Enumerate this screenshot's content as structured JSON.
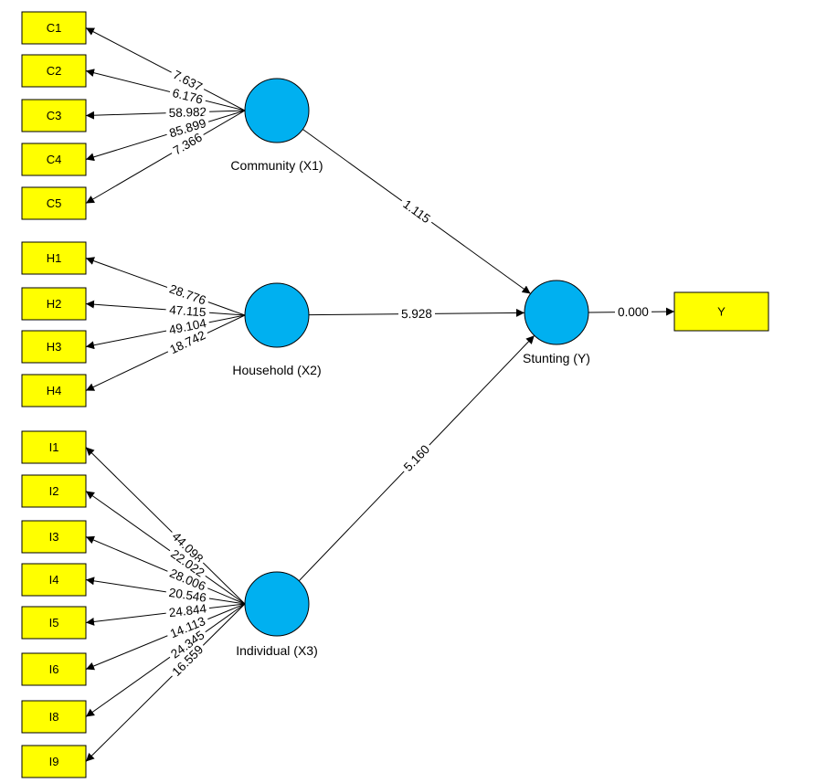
{
  "colors": {
    "indicator_fill": "#ffff00",
    "latent_fill": "#00b0f0",
    "line": "#000000"
  },
  "latents": [
    {
      "id": "X1",
      "label": "Community (X1)"
    },
    {
      "id": "X2",
      "label": "Household (X2)"
    },
    {
      "id": "X3",
      "label": "Individual (X3)"
    },
    {
      "id": "Y",
      "label": "Stunting (Y)"
    }
  ],
  "indicators": [
    {
      "id": "C1",
      "label": "C1",
      "latent": "X1",
      "value": "7.637"
    },
    {
      "id": "C2",
      "label": "C2",
      "latent": "X1",
      "value": "6.176"
    },
    {
      "id": "C3",
      "label": "C3",
      "latent": "X1",
      "value": "58.982"
    },
    {
      "id": "C4",
      "label": "C4",
      "latent": "X1",
      "value": "85.899"
    },
    {
      "id": "C5",
      "label": "C5",
      "latent": "X1",
      "value": "7.366"
    },
    {
      "id": "H1",
      "label": "H1",
      "latent": "X2",
      "value": "28.776"
    },
    {
      "id": "H2",
      "label": "H2",
      "latent": "X2",
      "value": "47.115"
    },
    {
      "id": "H3",
      "label": "H3",
      "latent": "X2",
      "value": "49.104"
    },
    {
      "id": "H4",
      "label": "H4",
      "latent": "X2",
      "value": "18.742"
    },
    {
      "id": "I1",
      "label": "I1",
      "latent": "X3",
      "value": "44.098"
    },
    {
      "id": "I2",
      "label": "I2",
      "latent": "X3",
      "value": "22.022"
    },
    {
      "id": "I3",
      "label": "I3",
      "latent": "X3",
      "value": "28.006"
    },
    {
      "id": "I4",
      "label": "I4",
      "latent": "X3",
      "value": "20.546"
    },
    {
      "id": "I5",
      "label": "I5",
      "latent": "X3",
      "value": "24.844"
    },
    {
      "id": "I6",
      "label": "I6",
      "latent": "X3",
      "value": "14.113"
    },
    {
      "id": "I8",
      "label": "I8",
      "latent": "X3",
      "value": "24.345"
    },
    {
      "id": "I9",
      "label": "I9",
      "latent": "X3",
      "value": "16.559"
    },
    {
      "id": "Yi",
      "label": "Y",
      "latent": "Y",
      "value": "0.000"
    }
  ],
  "paths": [
    {
      "from": "X1",
      "to": "Y",
      "value": "1.115"
    },
    {
      "from": "X2",
      "to": "Y",
      "value": "5.928"
    },
    {
      "from": "X3",
      "to": "Y",
      "value": "5.160"
    }
  ]
}
